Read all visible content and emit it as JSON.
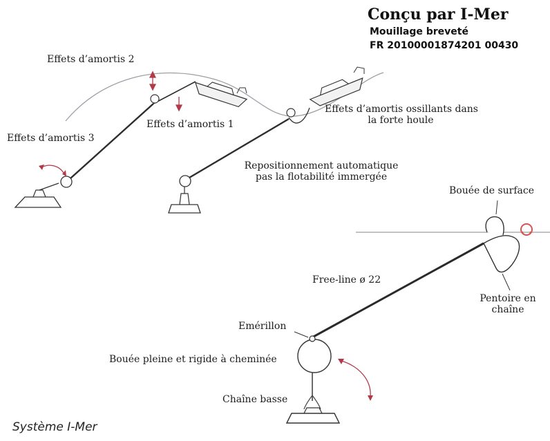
{
  "header": {
    "title": "Conçu par I-Mer",
    "patent_line1": "Mouillage breveté",
    "patent_line2": "FR 20100001874201 00430"
  },
  "top_diagram": {
    "effect2": "Effets d’amortis 2",
    "effect3": "Effets d’amortis 3",
    "effect1": "Effets d’amortis 1",
    "oscillating_line1": "Effets d’amortis ossillants dans",
    "oscillating_line2": "la forte houle",
    "repositioning_line1": "Repositionnement automatique",
    "repositioning_line2": "pas la flotabilité immergée"
  },
  "bottom_diagram": {
    "surface_buoy": "Bouée de surface",
    "freeline": "Free-line ø 22",
    "pendant_line1": "Pentoire en",
    "pendant_line2": "chaîne",
    "swivel": "Emérillon",
    "rigid_buoy": "Bouée pleine et rigide à cheminée",
    "lower_chain": "Chaîne basse"
  },
  "footer": {
    "system_name": "Système  I-Mer"
  },
  "colors": {
    "line": "#333333",
    "arrow_red": "#b23a48",
    "accent_red": "#d9534f",
    "water": "#9aa0a6"
  }
}
